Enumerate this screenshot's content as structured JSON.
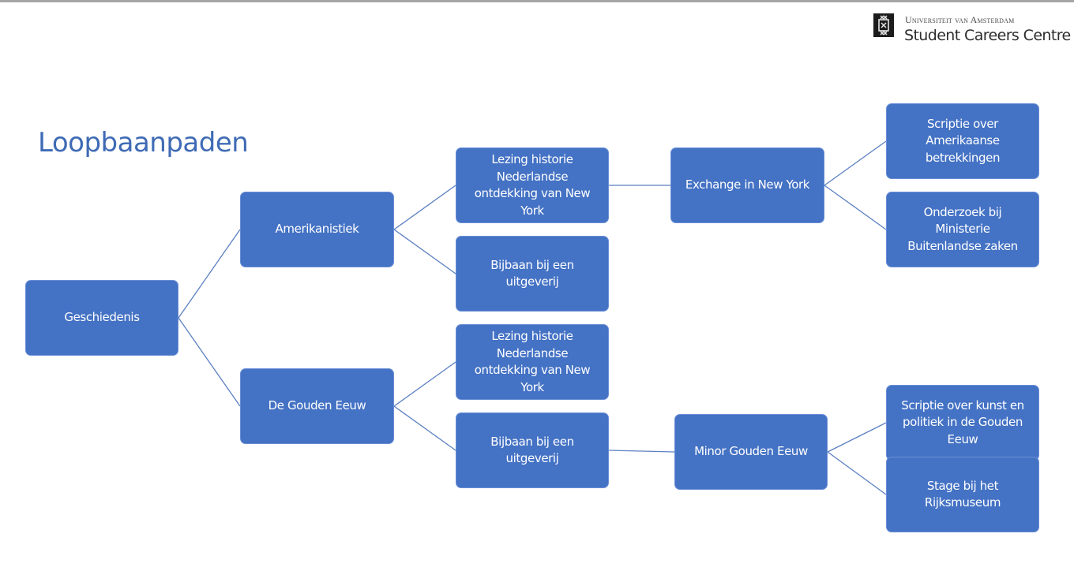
{
  "header": {
    "university": "Universiteit van Amsterdam",
    "centre": "Student Careers Centre",
    "logo_icon": "uva-crest-icon"
  },
  "slide": {
    "title": "Loopbaanpaden"
  },
  "diagram": {
    "colors": {
      "node_fill": "#4472c4",
      "node_text": "#ffffff",
      "link": "#5b7fc2",
      "title": "#3f6bb5"
    },
    "nodes": [
      {
        "id": "geschiedenis",
        "label": "Geschiedenis"
      },
      {
        "id": "amerikanistiek",
        "label": "Amerikanistiek"
      },
      {
        "id": "gouden-eeuw",
        "label": "De Gouden  Eeuw"
      },
      {
        "id": "lezing-1",
        "label": "Lezing historie\nNederlandse\nontdekking  van New\nYork"
      },
      {
        "id": "bijbaan-1",
        "label": "Bijbaan bij een\nuitgeverij"
      },
      {
        "id": "lezing-2",
        "label": "Lezing historie\nNederlandse\nontdekking  van New\nYork"
      },
      {
        "id": "bijbaan-2",
        "label": "Bijbaan bij een\nuitgeverij"
      },
      {
        "id": "exchange",
        "label": "Exchange in New York"
      },
      {
        "id": "minor",
        "label": "Minor  Gouden  Eeuw"
      },
      {
        "id": "scriptie-1",
        "label": "Scriptie  over\nAmerikaanse\nbetrekkingen"
      },
      {
        "id": "onderzoek",
        "label": "Onderzoek  bij\nMinisterie\nBuitenlandse zaken"
      },
      {
        "id": "scriptie-2",
        "label": "Scriptie over  kunst en\npolitiek in de Gouden\nEeuw"
      },
      {
        "id": "stage",
        "label": "Stage bij het\nRijksmuseum"
      }
    ],
    "edges": [
      [
        "geschiedenis",
        "amerikanistiek"
      ],
      [
        "geschiedenis",
        "gouden-eeuw"
      ],
      [
        "amerikanistiek",
        "lezing-1"
      ],
      [
        "amerikanistiek",
        "bijbaan-1"
      ],
      [
        "gouden-eeuw",
        "lezing-2"
      ],
      [
        "gouden-eeuw",
        "bijbaan-2"
      ],
      [
        "lezing-1",
        "exchange"
      ],
      [
        "bijbaan-2",
        "minor"
      ],
      [
        "exchange",
        "scriptie-1"
      ],
      [
        "exchange",
        "onderzoek"
      ],
      [
        "minor",
        "scriptie-2"
      ],
      [
        "minor",
        "stage"
      ]
    ]
  }
}
